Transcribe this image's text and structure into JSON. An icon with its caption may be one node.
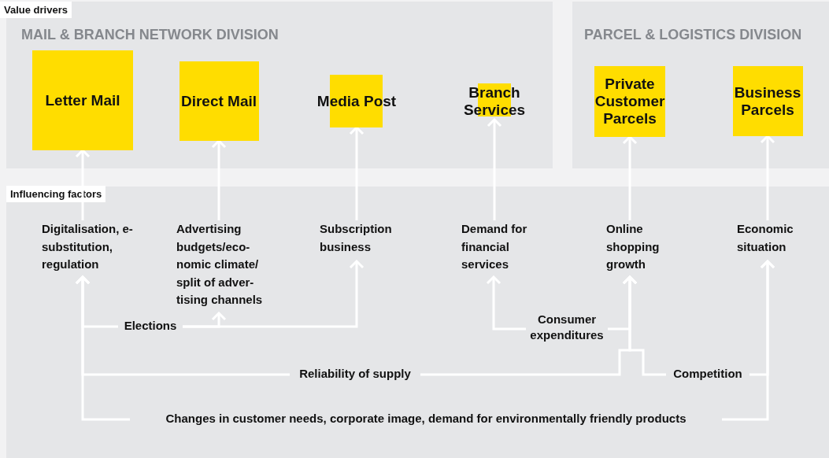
{
  "diagram": {
    "nodes": [
      {
        "text": [
          "MAIL & BRANCH NETWORK DIVISION"
        ]
      },
      {
        "text": [
          "Letter Mail"
        ],
        "in": 0
      },
      {
        "text": [
          "Direct Mail"
        ],
        "in": 0
      },
      {
        "text": [
          "Media Post"
        ],
        "in": 0
      },
      {
        "text": [
          "Branch Services"
        ],
        "in": 0
      },
      {
        "text": [
          "PARCEL & LOGISTICS DIVISION"
        ]
      },
      {
        "text": [
          "Private Customer Parcels"
        ],
        "in": 5
      },
      {
        "text": [
          "Business Parcels"
        ],
        "in": 5
      },
      {
        "text": [
          "Influencing factors"
        ]
      },
      {
        "text": [
          "Digitalisation, e-substitution, regulation"
        ],
        "in": 8
      },
      {
        "text": [
          "Advertising budgets/eco-nomic climate/ split of adver-tising channels"
        ],
        "in": 8
      },
      {
        "text": [
          "Subscription business"
        ],
        "in": 8
      },
      {
        "text": [
          "Demand for financial services"
        ],
        "in": 8
      },
      {
        "text": [
          "Online shopping growth"
        ],
        "in": 8
      },
      {
        "text": [
          "Economic situation"
        ],
        "in": 8
      },
      {
        "text": [
          "Elections"
        ],
        "in": 8
      },
      {
        "text": [
          "Consumer expenditures"
        ],
        "in": 8
      },
      {
        "text": [
          "Reliability of supply"
        ],
        "in": 8
      },
      {
        "text": [
          "Competition"
        ],
        "in": 8
      },
      {
        "text": [
          "Changes in customer needs, corporate image, demand for environmentally friendly products"
        ],
        "in": 8
      }
    ],
    "edges": [
      {
        "from": 9,
        "to": 1,
        "arrow": "to"
      },
      {
        "from": 10,
        "to": 2,
        "arrow": "to"
      },
      {
        "from": 11,
        "to": 3,
        "arrow": "to"
      },
      {
        "from": 12,
        "to": 4,
        "arrow": "to"
      },
      {
        "from": 13,
        "to": 6,
        "arrow": "to"
      },
      {
        "from": 14,
        "to": 7,
        "arrow": "to"
      },
      {
        "from": 15,
        "to": 9,
        "arrow": "to"
      },
      {
        "from": 15,
        "to": 10,
        "arrow": "to"
      },
      {
        "from": 15,
        "to": 11,
        "arrow": "to"
      },
      {
        "from": 16,
        "to": 12,
        "arrow": "to"
      },
      {
        "from": 16,
        "to": 13,
        "arrow": "to"
      },
      {
        "from": 17,
        "to": 9,
        "arrow": "to"
      },
      {
        "from": 17,
        "to": 13,
        "arrow": "to"
      },
      {
        "from": 18,
        "to": 13,
        "arrow": "to"
      },
      {
        "from": 18,
        "to": 14,
        "arrow": "to"
      },
      {
        "from": 19,
        "to": 9,
        "arrow": "to"
      },
      {
        "from": 19,
        "to": 14,
        "arrow": "to"
      }
    ],
    "labels": [
      "Value drivers"
    ]
  }
}
